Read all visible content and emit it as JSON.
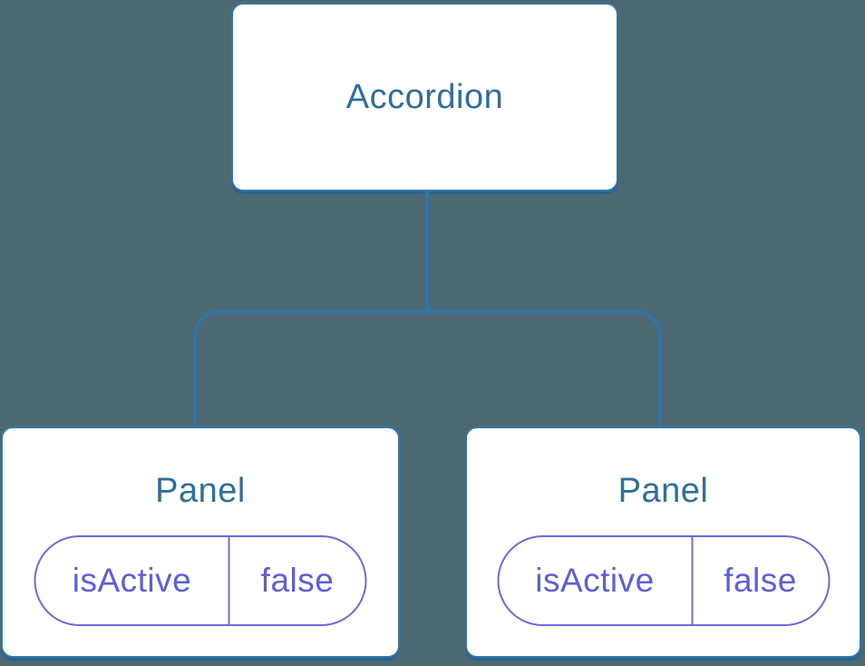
{
  "colors": {
    "background": "#4c6872",
    "node_bg": "#ffffff",
    "node_border": "#3377a7",
    "node_shadow": "#27638f",
    "connector": "#3075a8",
    "title_text": "#2d6e9d",
    "state_text": "#5b5fd8",
    "state_border": "#696bdc"
  },
  "tree": {
    "root": {
      "label": "Accordion"
    },
    "children": [
      {
        "label": "Panel",
        "state": {
          "name": "isActive",
          "value": "false"
        }
      },
      {
        "label": "Panel",
        "state": {
          "name": "isActive",
          "value": "false"
        }
      }
    ]
  }
}
